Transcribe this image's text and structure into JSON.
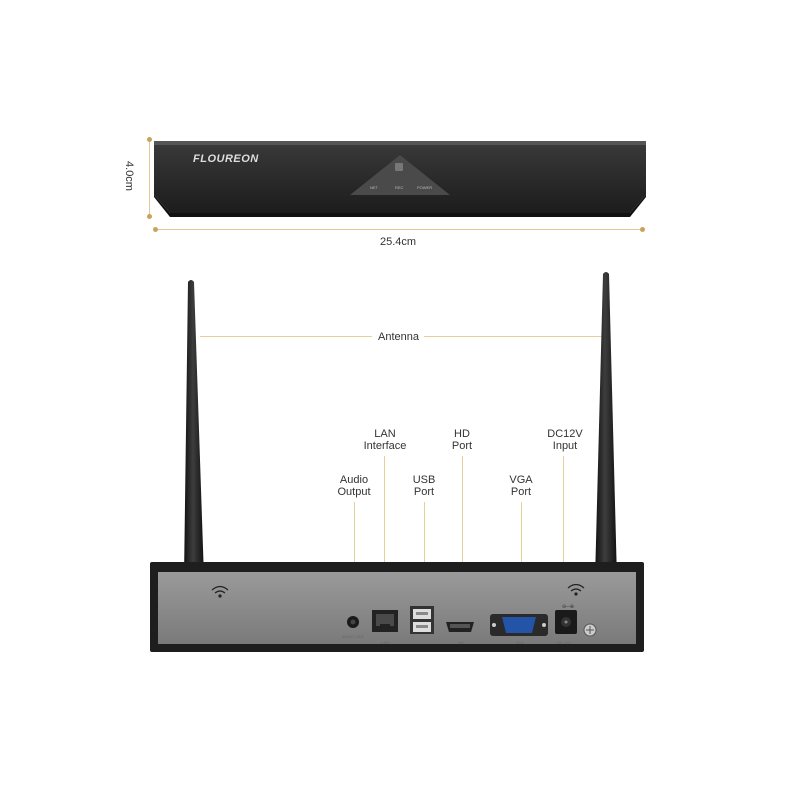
{
  "front_view": {
    "brand": "FLOUREON",
    "led_labels": [
      "NET",
      "REC",
      "POWER"
    ],
    "height_label": "4.0cm",
    "width_label": "25.4cm"
  },
  "back_view": {
    "antenna_label": "Antenna",
    "callouts": {
      "lan": [
        "LAN",
        "Interface"
      ],
      "hd": [
        "HD",
        "Port"
      ],
      "dc": [
        "DC12V",
        "Input"
      ],
      "audio": [
        "Audio",
        "Output"
      ],
      "usb": [
        "USB",
        "Port"
      ],
      "vga": [
        "VGA",
        "Port"
      ]
    },
    "port_labels": {
      "audio": "AUDIO OUT",
      "lan": "LAN",
      "hd": "HD",
      "vga": "VGA",
      "dc": "DC 12V"
    }
  },
  "colors": {
    "device_body": "#2a2a2a",
    "panel_grey": "#8c8c8c",
    "accent_gold": "#c9a35a"
  }
}
